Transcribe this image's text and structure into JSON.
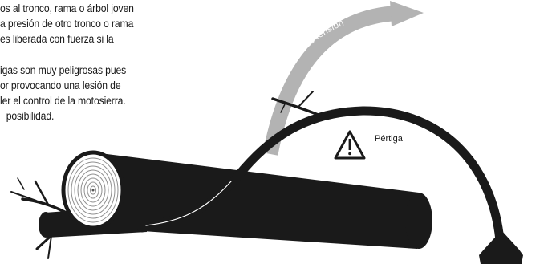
{
  "text_lines": [
    "os al tronco, rama o árbol joven",
    "a presión de otro tronco o rama",
    "es liberada con fuerza si la",
    "igas son muy peligrosas pues",
    "or provocando una lesión de",
    "ler el control de la motosierra.",
    "posibilidad."
  ],
  "diagram": {
    "release_label": "Liberación de tensión",
    "spring_label": "Pértiga",
    "warning_icon": "warning-triangle-icon",
    "arrow_color": "#b3b3b3",
    "ink_color": "#1a1a1a"
  }
}
